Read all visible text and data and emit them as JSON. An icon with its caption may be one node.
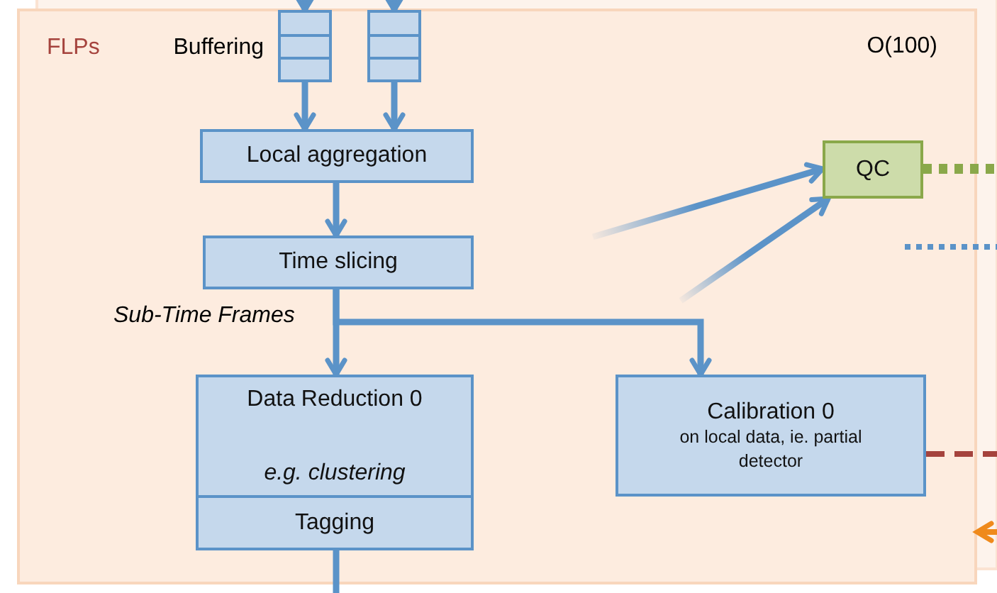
{
  "diagram": {
    "nodes": [
      {
        "text": [
          "FLPs",
          "O(100)"
        ]
      },
      {
        "text": [],
        "shape": "box",
        "in": 0,
        "beside": [
          "Buffering"
        ]
      },
      {
        "text": [],
        "shape": "box",
        "in": 0
      },
      {
        "text": [
          "Local aggregation"
        ],
        "in": 0
      },
      {
        "text": [
          "Time slicing"
        ],
        "in": 0
      },
      {
        "text": [
          "QC"
        ],
        "in": 0
      },
      {
        "text": [
          "Data Reduction 0",
          "e.g. clustering"
        ],
        "in": 0
      },
      {
        "text": [
          "Tagging"
        ],
        "in": 0
      },
      {
        "text": [
          "Calibration 0",
          "on local data, ie. partial detector"
        ],
        "in": 0
      }
    ],
    "edges": [
      {
        "from": null,
        "to": 1,
        "arrow": "to"
      },
      {
        "from": null,
        "to": 2,
        "arrow": "to"
      },
      {
        "from": 1,
        "to": 3,
        "arrow": "to"
      },
      {
        "from": 2,
        "to": 3,
        "arrow": "to"
      },
      {
        "from": 3,
        "to": 4,
        "arrow": "to"
      },
      {
        "from": 4,
        "to": 6,
        "arrow": "to",
        "label": "Sub-Time Frames"
      },
      {
        "from": 4,
        "to": 8,
        "arrow": "to"
      },
      {
        "from": null,
        "to": 5,
        "arrow": "to"
      },
      {
        "from": null,
        "to": 5,
        "arrow": "to"
      },
      {
        "from": 5,
        "to": null,
        "arrow": "none",
        "style": "dashed",
        "color": "#8aa84a"
      },
      {
        "from": 8,
        "to": null,
        "arrow": "none",
        "style": "dashed",
        "color": "#a5433d"
      },
      {
        "from": null,
        "to": 0,
        "arrow": "to",
        "style": "dashed",
        "color": "#ef8a1c"
      },
      {
        "from": 7,
        "to": null,
        "arrow": "none"
      }
    ]
  }
}
